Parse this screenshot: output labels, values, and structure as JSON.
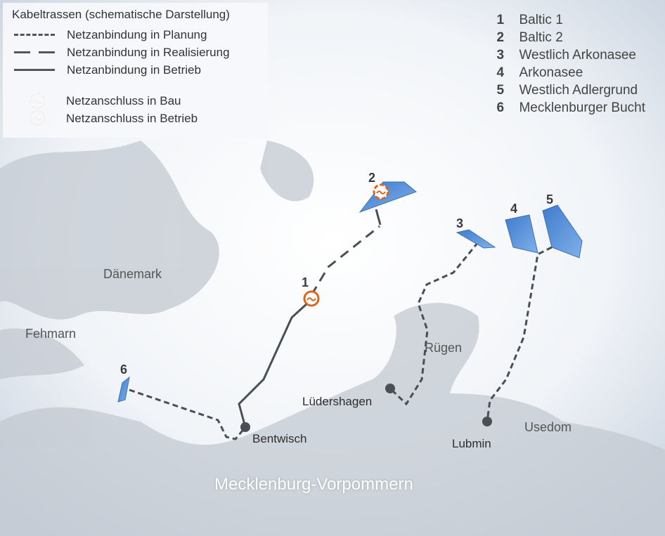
{
  "legend": {
    "title": "Kabeltrassen (schematische Darstellung)",
    "items": [
      {
        "label": "Netzanbindung in Planung",
        "style": "dotted"
      },
      {
        "label": "Netzanbindung in Realisierung",
        "style": "dashed"
      },
      {
        "label": "Netzanbindung in Betrieb",
        "style": "solid"
      },
      {
        "label": "Netzanschluss in Bau",
        "icon": "grid-connection-construction-icon"
      },
      {
        "label": "Netzanschluss in Betrieb",
        "icon": "grid-connection-operation-icon"
      }
    ]
  },
  "windfarms": [
    {
      "num": "1",
      "name": "Baltic 1"
    },
    {
      "num": "2",
      "name": "Baltic 2"
    },
    {
      "num": "3",
      "name": "Westlich Arkonasee"
    },
    {
      "num": "4",
      "name": "Arkonasee"
    },
    {
      "num": "5",
      "name": "Westlich Adlergrund"
    },
    {
      "num": "6",
      "name": "Mecklenburger Bucht"
    }
  ],
  "places": {
    "daenemark": "Dänemark",
    "fehmarn": "Fehmarn",
    "ruegen": "Rügen",
    "usedom": "Usedom",
    "region": "Mecklenburg-Vorpommern"
  },
  "substations": {
    "bentwisch": "Bentwisch",
    "luedershagen": "Lüdershagen",
    "lubmin": "Lubmin"
  },
  "colors": {
    "farm": "#4a86d0",
    "ring": "#d8661c",
    "cable": "#4a4f57"
  }
}
